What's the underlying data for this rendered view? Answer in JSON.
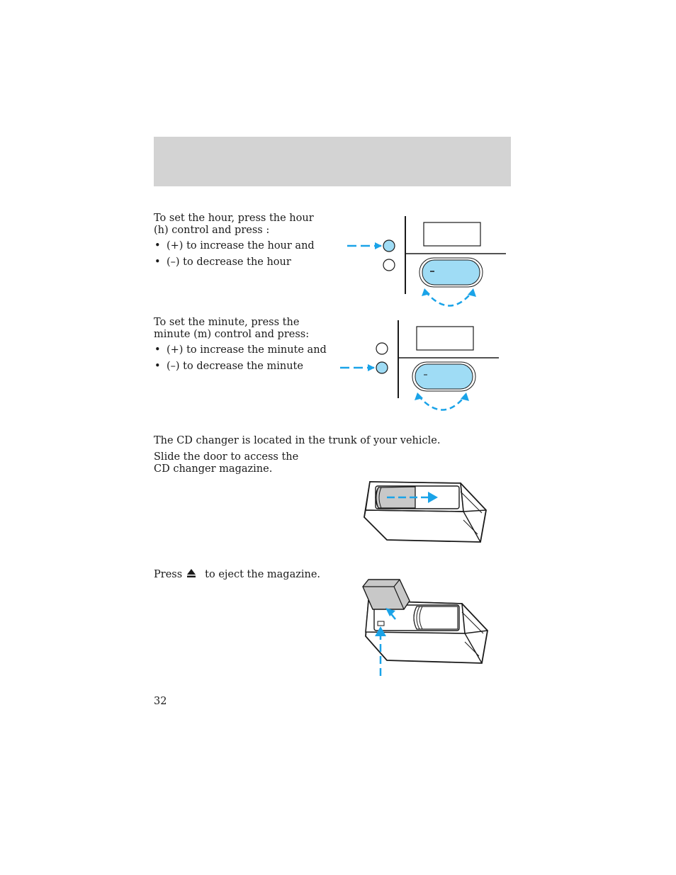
{
  "header": {
    "band_color": "#d3d3d3",
    "title": ""
  },
  "hour": {
    "intro": "To set the hour, press the hour (h) control and press :",
    "bullets": [
      "(+) to increase the hour and",
      "(–) to decrease the hour"
    ]
  },
  "minute": {
    "intro": "To set the minute, press the minute (m) control and press:",
    "bullets": [
      "(+) to increase the minute and",
      "(–) to decrease the minute"
    ]
  },
  "cd": {
    "location": "The CD changer is located in the trunk of your vehicle.",
    "slide": "Slide the door to access the CD changer magazine.",
    "press_before": "Press",
    "press_after": "to eject the magazine.",
    "eject_icon": "eject-icon"
  },
  "bullet_symbol": "•",
  "page_number": "32",
  "colors": {
    "accent_blue": "#1aa3e8",
    "button_fill": "#9fdcf5",
    "magazine_gray": "#c8c8c8"
  }
}
